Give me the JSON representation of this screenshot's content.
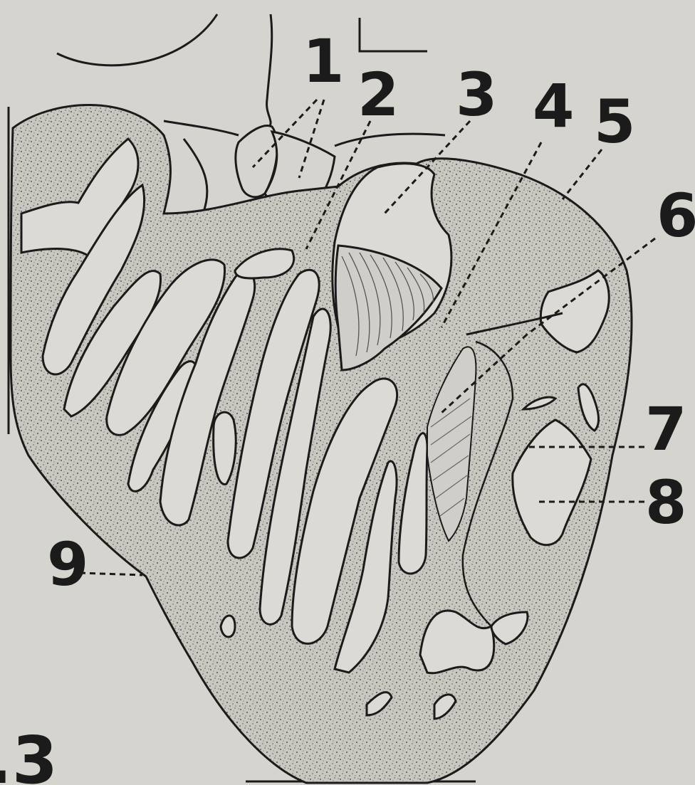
{
  "figure": {
    "number_label": ".3",
    "callouts": [
      {
        "id": 1,
        "text": "1"
      },
      {
        "id": 2,
        "text": "2"
      },
      {
        "id": 3,
        "text": "3"
      },
      {
        "id": 4,
        "text": "4"
      },
      {
        "id": 5,
        "text": "5"
      },
      {
        "id": 6,
        "text": "6"
      },
      {
        "id": 7,
        "text": "7"
      },
      {
        "id": 8,
        "text": "8"
      },
      {
        "id": 9,
        "text": "9"
      }
    ]
  },
  "colors": {
    "paper": "#d6d4ce",
    "tissue": "#c6c4bd",
    "lumen": "#dcdad4",
    "ink": "#1b1b1b"
  }
}
